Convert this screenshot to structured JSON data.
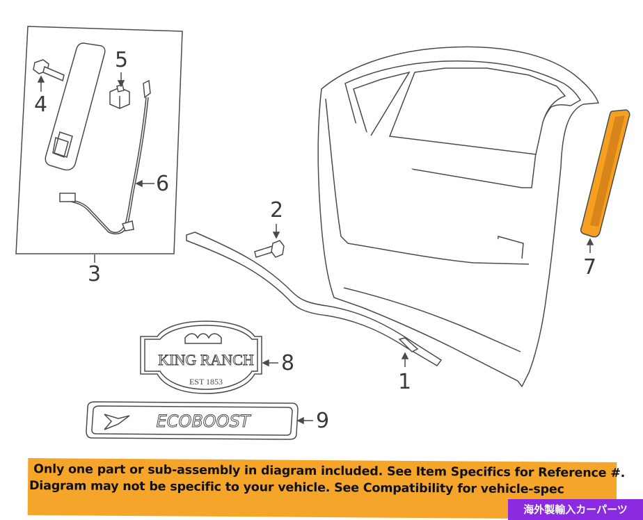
{
  "callouts": {
    "c1": "1",
    "c2": "2",
    "c3": "3",
    "c4": "4",
    "c5": "5",
    "c6": "6",
    "c7": "7",
    "c8": "8",
    "c9": "9"
  },
  "emblems": {
    "king_ranch_text": "KING RANCH",
    "king_ranch_est": "EST 1853",
    "ecoboost_text": "ECOBOOST"
  },
  "banner": {
    "line1": "Only one part or sub-assembly in diagram included. See Item Specifics for Reference #.",
    "line2": "Diagram may not be specific to your vehicle. See Compatibility for vehicle-spec",
    "color": "#f5a52a"
  },
  "tag": {
    "text": "海外製輸入カーパーツ",
    "color": "#8a2be2"
  },
  "highlight_color": "#f5a020",
  "line_color": "#4a4a4a"
}
